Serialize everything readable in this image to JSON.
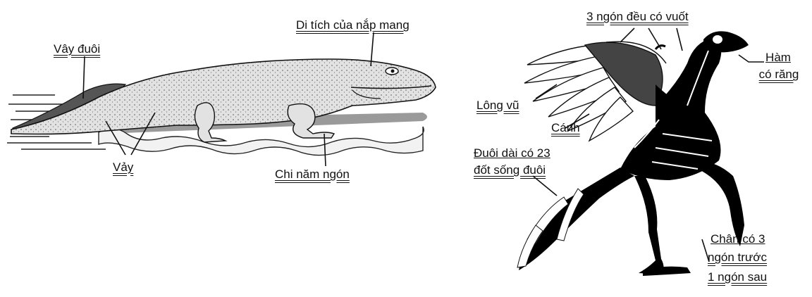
{
  "labels": {
    "vay_duoi": "Vây đuôi",
    "di_tich": "Di tích của nắp mang",
    "vay": "Vảy",
    "chi_nam_ngon": "Chi năm ngón",
    "ba_ngon": "3 ngón đều có vuốt",
    "ham_line1": "Hàm",
    "ham_line2": "có răng",
    "long_vu": "Lông vũ",
    "canh": "Cánh",
    "duoi_line1": "Đuôi dài có 23",
    "duoi_line2": "đốt sống đuôi",
    "chan_line1": "Chân có 3",
    "chan_line2": "ngón trước",
    "chan_line3": "1 ngón sau"
  },
  "colors": {
    "ink": "#111111",
    "amphibian_fill": "#e2e2e2",
    "water": "#bdbdbd",
    "bird": "#000000"
  }
}
